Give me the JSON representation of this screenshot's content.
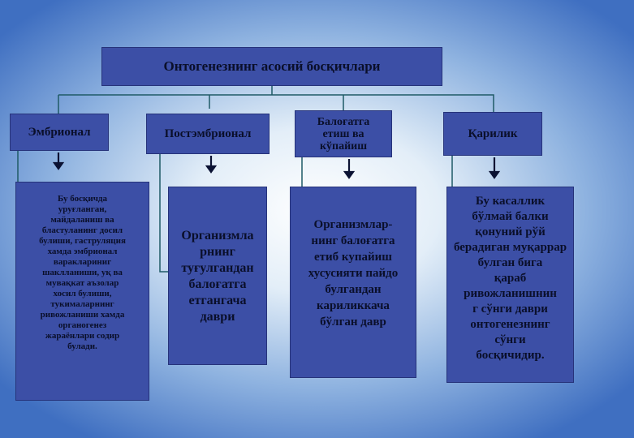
{
  "title": "Онтогенезнинг асосий босқичлари",
  "stages": [
    {
      "label": "Эмбрионал"
    },
    {
      "label": "Постэмбрионал"
    },
    {
      "label": "Балоғатга\nетиш ва\nкўпайиш"
    },
    {
      "label": "Қарилик"
    }
  ],
  "descriptions": [
    {
      "text": "Бу босқичда\nуруғланган,\nмайдаланиш ва\nбластуланинг досил\nбулиши, гаструляция\nхамда эмбрионал\nвараклариниг\nшаклланиши, уқ ва\nмувақкат аъзолар\nхосил булиши,\nтукималарнинг\nривожланиши хамда\nорганогенез\nжараёнлари содир\nбулади."
    },
    {
      "text": "Организмла\nрнинг\nтуғулгандан\nбалоғатга\nетгангача\nдаври"
    },
    {
      "text": "Организмлар-\nнинг балоғатга\nетиб купайиш\nхусусияти пайдо\nбулгандан\nкариликкача\nбўлган давр"
    },
    {
      "text": "Бу касаллик\nбўлмай балки\nқонуний рўй\nберадиган муқаррар\nбулган бига\nқараб\nривожланишнин\nг сўнги даври\nонтогенезнинг\nсўнги\nбосқичидир."
    }
  ]
}
